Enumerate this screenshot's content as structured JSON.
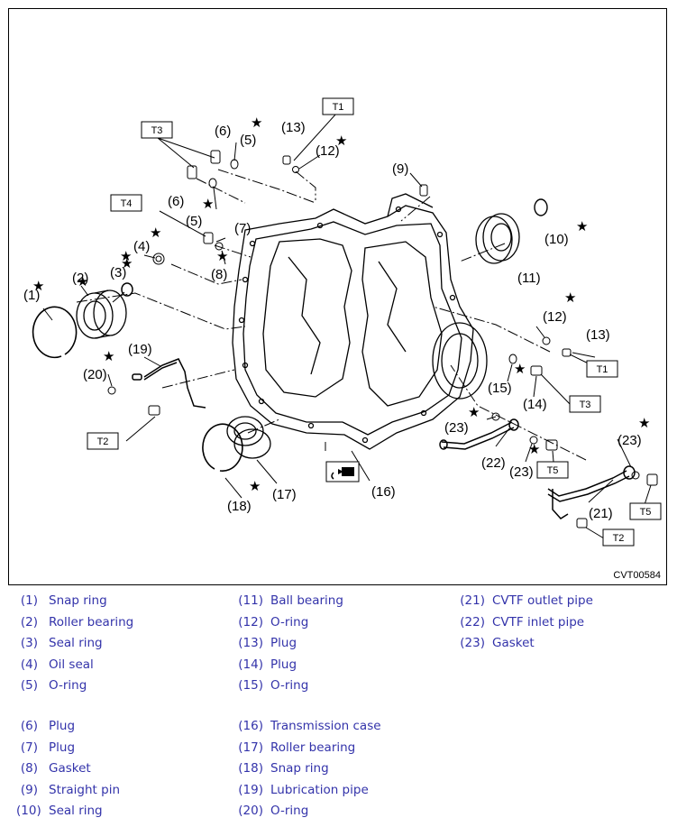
{
  "figure": {
    "code": "CVT00584",
    "callouts": [
      "(1)",
      "(2)",
      "(3)",
      "(4)",
      "(5)",
      "(5)",
      "(6)",
      "(6)",
      "(7)",
      "(8)",
      "(9)",
      "(10)",
      "(11)",
      "(12)",
      "(12)",
      "(13)",
      "(13)",
      "(14)",
      "(15)",
      "(16)",
      "(17)",
      "(18)",
      "(19)",
      "(20)",
      "(21)",
      "(22)",
      "(23)",
      "(23)",
      "(23)"
    ],
    "torque_tags": [
      "T1",
      "T1",
      "T2",
      "T2",
      "T3",
      "T3",
      "T4",
      "T5",
      "T5"
    ],
    "star": "★"
  },
  "legend": {
    "columns": [
      [
        {
          "num": "(1)",
          "name": "Snap ring"
        },
        {
          "num": "(2)",
          "name": "Roller bearing"
        },
        {
          "num": "(3)",
          "name": "Seal ring"
        },
        {
          "num": "(4)",
          "name": "Oil seal"
        },
        {
          "num": "(5)",
          "name": "O-ring"
        },
        {
          "num": "(6)",
          "name": "Plug"
        },
        {
          "num": "(7)",
          "name": "Plug"
        },
        {
          "num": "(8)",
          "name": "Gasket"
        },
        {
          "num": "(9)",
          "name": "Straight pin"
        },
        {
          "num": "(10)",
          "name": "Seal ring"
        }
      ],
      [
        {
          "num": "(11)",
          "name": "Ball bearing"
        },
        {
          "num": "(12)",
          "name": "O-ring"
        },
        {
          "num": "(13)",
          "name": "Plug"
        },
        {
          "num": "(14)",
          "name": "Plug"
        },
        {
          "num": "(15)",
          "name": "O-ring"
        },
        {
          "num": "(16)",
          "name": "Transmission case"
        },
        {
          "num": "(17)",
          "name": "Roller bearing"
        },
        {
          "num": "(18)",
          "name": "Snap ring"
        },
        {
          "num": "(19)",
          "name": "Lubrication pipe"
        },
        {
          "num": "(20)",
          "name": "O-ring"
        }
      ],
      [
        {
          "num": "(21)",
          "name": "CVTF outlet pipe"
        },
        {
          "num": "(22)",
          "name": "CVTF inlet pipe"
        },
        {
          "num": "(23)",
          "name": "Gasket"
        }
      ]
    ]
  }
}
